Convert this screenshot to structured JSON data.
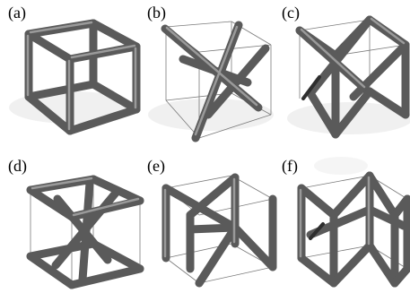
{
  "figure": {
    "panels": [
      {
        "key": "a",
        "label": "(a)"
      },
      {
        "key": "b",
        "label": "(b)"
      },
      {
        "key": "c",
        "label": "(c)"
      },
      {
        "key": "d",
        "label": "(d)"
      },
      {
        "key": "e",
        "label": "(e)"
      },
      {
        "key": "f",
        "label": "(f)"
      }
    ],
    "colors": {
      "strut": "#5a5a5a",
      "strut_highlight": "#9a9a9a",
      "strut_dark": "#2e2e2e",
      "frame_line": "#7a7a7a",
      "shadow": "#d8d8d8",
      "background": "#ffffff"
    }
  }
}
